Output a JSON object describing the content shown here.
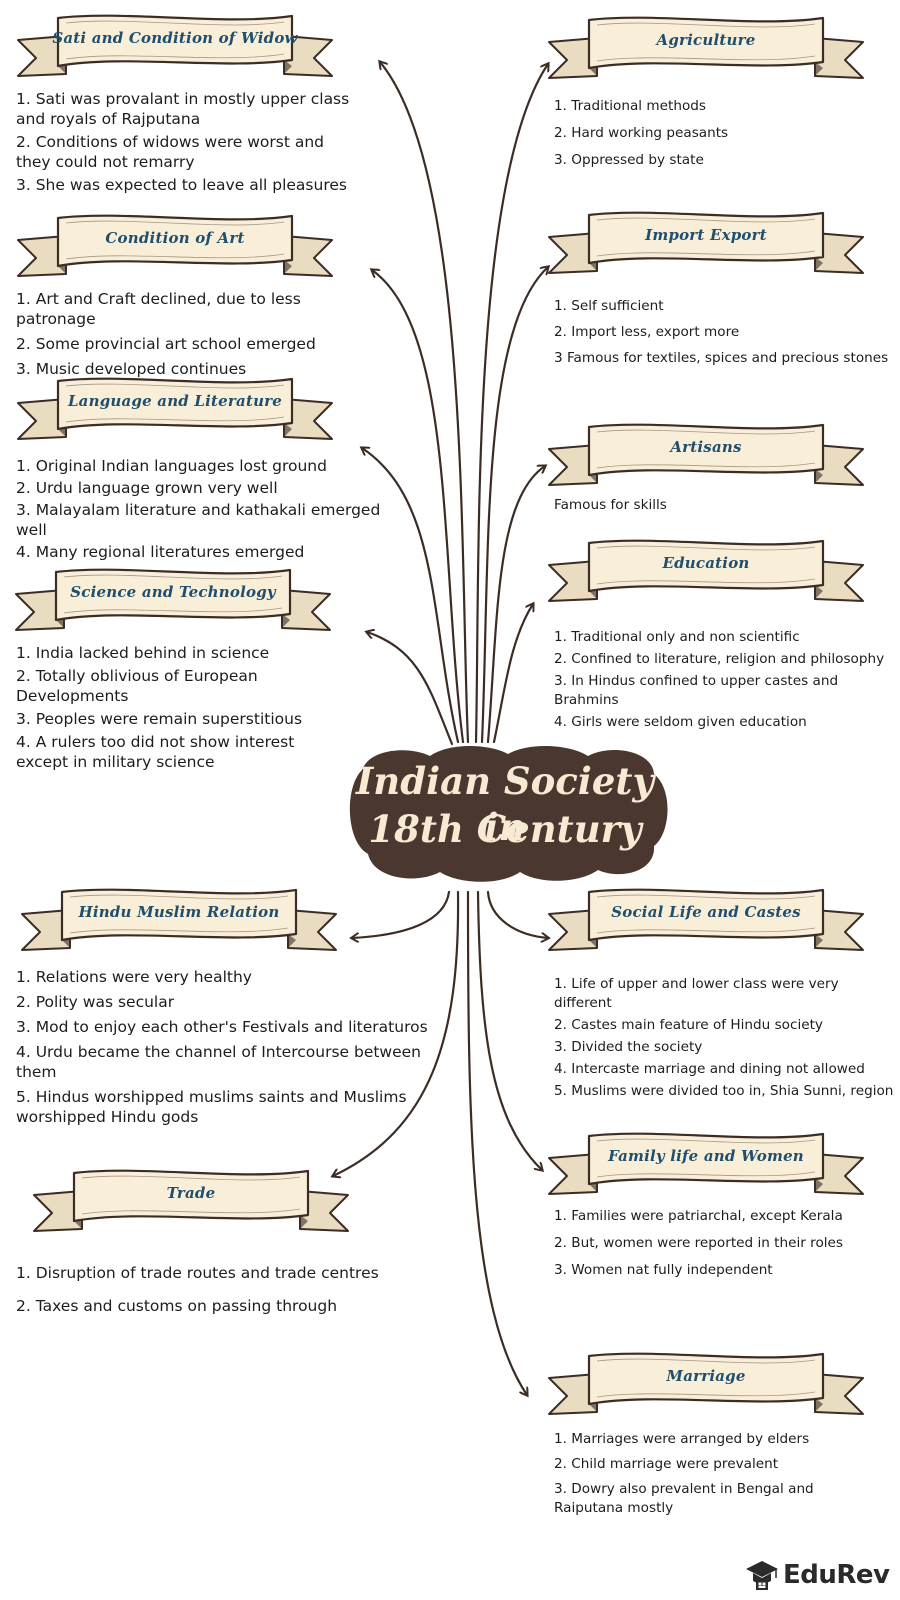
{
  "center_title": [
    "Indian Society in",
    "18th Century"
  ],
  "logo": {
    "text": "EduRev",
    "icon": "graduation-cap-icon"
  },
  "colors": {
    "ribbon_fill": "#f9efd8",
    "ribbon_shade": "#e9dcc0",
    "outline": "#3b2d25",
    "title_text": "#1f4e6e",
    "center_fill": "#4a372f",
    "center_text": "#f6ead3"
  },
  "left_sections": [
    {
      "title": "Sati and Condition of Widow",
      "items": [
        "1. Sati was provalant in mostly upper class and royals of Rajputana",
        "2. Conditions of widows were worst and they could not remarry",
        "3. She was expected to leave all pleasures"
      ]
    },
    {
      "title": "Condition of Art",
      "items": [
        "1. Art and Craft declined, due to less patronage",
        "2. Some provincial art school emerged",
        "3. Music developed continues"
      ]
    },
    {
      "title": "Language and Literature",
      "items": [
        "1. Original Indian languages lost ground",
        "2. Urdu language grown very well",
        "3. Malayalam literature and kathakali emerged well",
        "4. Many regional literatures emerged"
      ]
    },
    {
      "title": "Science and Technology",
      "items": [
        "1. India lacked behind in science",
        "2. Totally oblivious of European Developments",
        "3. Peoples were remain superstitious",
        "4. A rulers too did not show interest except in military science"
      ]
    },
    {
      "title": "Hindu Muslim Relation",
      "items": [
        "1. Relations were very healthy",
        "2. Polity was secular",
        "3. Mod to enjoy each other's Festivals and literaturos",
        "4. Urdu became the channel of Intercourse between them",
        "5. Hindus worshipped muslims saints and Muslims worshipped Hindu gods"
      ]
    },
    {
      "title": "Trade",
      "items": [
        "1. Disruption of trade routes and trade centres",
        "2. Taxes and customs on passing through"
      ]
    }
  ],
  "right_sections": [
    {
      "title": "Agriculture",
      "items": [
        "1. Traditional methods",
        "2. Hard working peasants",
        "3. Oppressed by state"
      ]
    },
    {
      "title": "Import  Export",
      "items": [
        "1. Self sufficient",
        "2. Import less, export more",
        "3 Famous for textiles, spices and precious stones"
      ]
    },
    {
      "title": "Artisans",
      "items": [
        "Famous for skills"
      ]
    },
    {
      "title": "Education",
      "items": [
        "1. Traditional only and non scientific",
        "2. Confined to literature, religion and philosophy",
        "3. In Hindus confined to upper castes and Brahmins",
        "4. Girls were seldom given education"
      ]
    },
    {
      "title": "Social Life and Castes",
      "items": [
        "1. Life of upper and lower class were very different",
        "2. Castes main feature of Hindu society",
        "3.  Divided the society",
        "4. Intercaste marriage and dining not allowed",
        "5. Muslims were divided too in, Shia Sunni, region"
      ]
    },
    {
      "title": "Family life and Women",
      "items": [
        "1. Families were patriarchal, except Kerala",
        "2. But, women were reported in their roles",
        "3. Women nat fully independent"
      ]
    },
    {
      "title": "Marriage",
      "items": [
        "1. Marriages were arranged by elders",
        "2. Child marriage were prevalent",
        "3. Dowry also prevalent in Bengal and Raiputana mostly"
      ]
    }
  ]
}
